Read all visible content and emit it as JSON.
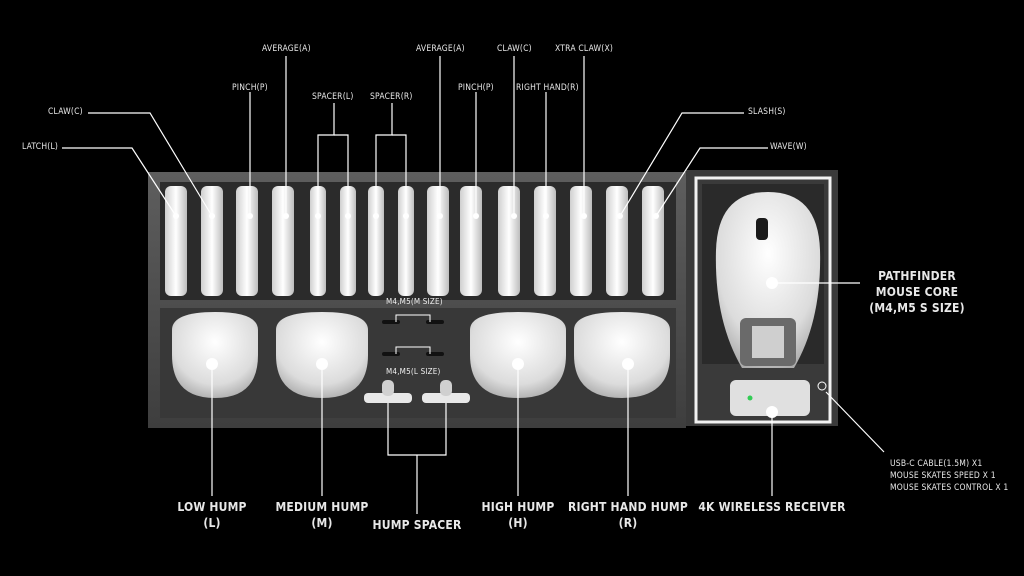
{
  "side_parts": {
    "latch": "LATCH(L)",
    "claw_left": "CLAW(C)",
    "pinch_left": "PINCH(P)",
    "average_left": "AVERAGE(A)",
    "spacer_l": "SPACER(L)",
    "spacer_r": "SPACER(R)",
    "average_right": "AVERAGE(A)",
    "pinch_right": "PINCH(P)",
    "claw_right": "CLAW(C)",
    "right_hand": "RIGHT HAND(R)",
    "xtra_claw": "XTRA CLAW(X)",
    "slash": "SLASH(S)",
    "wave": "WAVE(W)"
  },
  "tray_notes": {
    "m_size": "M4,M5(M SIZE)",
    "l_size": "M4,M5(L SIZE)"
  },
  "core": {
    "line1": "PATHFINDER",
    "line2": "MOUSE CORE",
    "line3": "(M4,M5 S SIZE)"
  },
  "accessories": {
    "line1": "USB-C CABLE(1.5M) X1",
    "line2": "MOUSE SKATES SPEED X 1",
    "line3": "MOUSE SKATES CONTROL X 1"
  },
  "humps": {
    "low": [
      "LOW HUMP",
      "(L)"
    ],
    "medium": [
      "MEDIUM HUMP",
      "(M)"
    ],
    "spacer": "HUMP SPACER",
    "high": [
      "HIGH HUMP",
      "(H)"
    ],
    "right_hand": [
      "RIGHT HAND HUMP",
      "(R)"
    ]
  },
  "receiver": "4K WIRELESS RECEIVER"
}
